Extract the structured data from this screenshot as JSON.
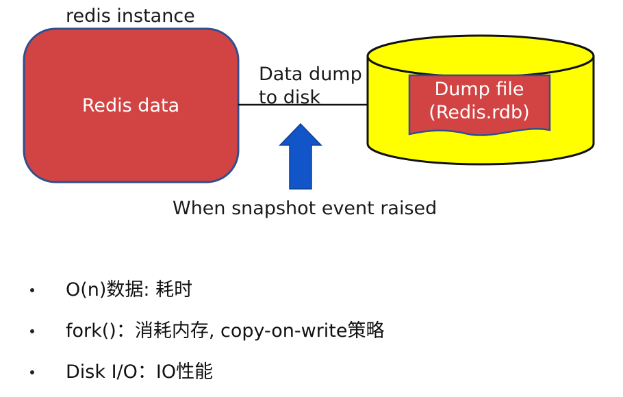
{
  "diagram": {
    "instance_label": "redis instance",
    "redis_box_label": "Redis data",
    "arrow_label_line1": "Data dump",
    "arrow_label_line2": "to disk",
    "dump_file_line1": "Dump file",
    "dump_file_line2": "(Redis.rdb)",
    "trigger_label": "When snapshot event raised",
    "colors": {
      "redis_box_fill": "#d24444",
      "redis_box_stroke": "#2f4f8f",
      "disk_fill": "#ffff00",
      "dump_file_fill": "#d24444",
      "up_arrow_fill": "#1155c8"
    }
  },
  "bullets": [
    {
      "text": "O(n)数据: 耗时"
    },
    {
      "text": "fork()：消耗内存, copy-on-write策略"
    },
    {
      "text": "Disk I/O：IO性能"
    }
  ]
}
